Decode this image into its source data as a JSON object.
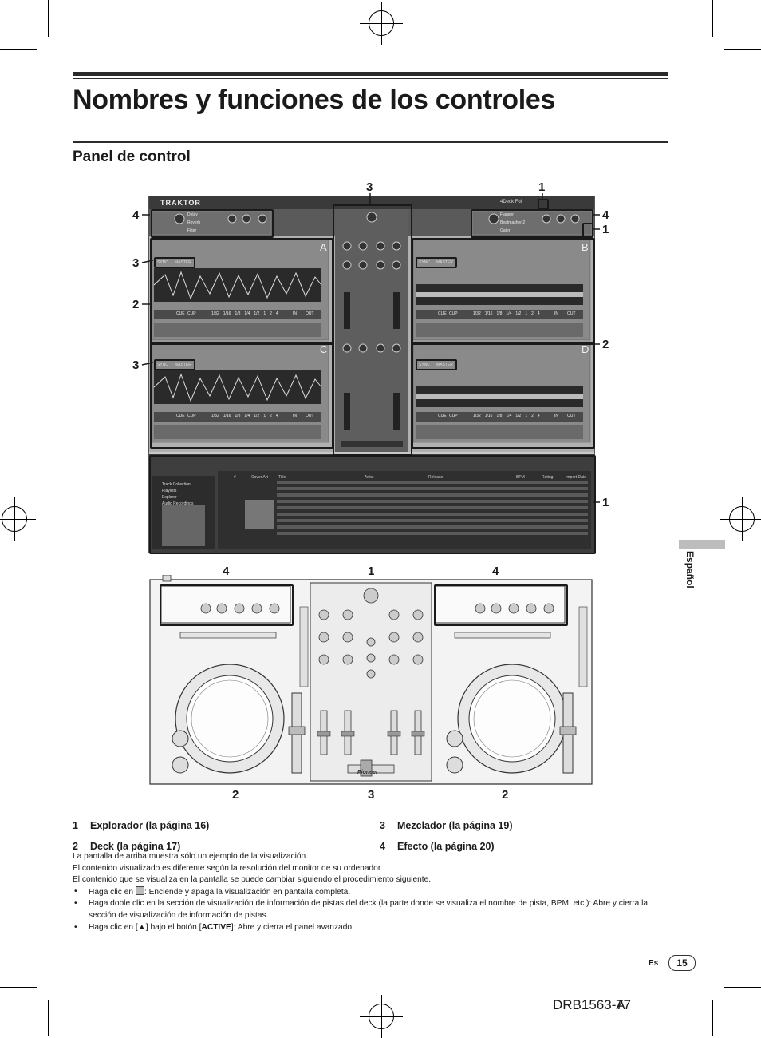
{
  "title": "Nombres y funciones de los controles",
  "section": "Panel de control",
  "side_tab": "Español",
  "software": {
    "app_name": "TRAKTOR",
    "layout": "4Deck Full",
    "fx_left": [
      "Delay",
      "Reverb",
      "Filter"
    ],
    "fx_right": [
      "Flanger",
      "Beatmasher 2",
      "Gater"
    ],
    "deck_letters": [
      "A",
      "B",
      "C",
      "D"
    ],
    "sync_label": "SYNC",
    "master_label": "MASTER",
    "cue_label": "CUE",
    "cup_label": "CUP",
    "in_label": "IN",
    "out_label": "OUT",
    "loop_sizes": [
      "1/32",
      "1/16",
      "1/8",
      "1/4",
      "1/2",
      "1",
      "2",
      "4"
    ],
    "browser_tree": [
      "Track Collection",
      "Playlists",
      "Explorer",
      "Audio Recordings"
    ],
    "browser_columns": [
      "#",
      "Cover Art",
      "Title",
      "Artist",
      "Release",
      "BPM",
      "Rating",
      "Import Date"
    ]
  },
  "screen_callouts": [
    "3",
    "1",
    "4",
    "4",
    "1",
    "3",
    "2",
    "2",
    "3",
    "1"
  ],
  "controller_callouts": [
    "4",
    "1",
    "4",
    "2",
    "3",
    "2"
  ],
  "controller_brand": "Pioneer",
  "legend": [
    {
      "num": "1",
      "text": "Explorador (la página 16)"
    },
    {
      "num": "2",
      "text": "Deck (la página 17)"
    },
    {
      "num": "3",
      "text": "Mezclador (la página 19)"
    },
    {
      "num": "4",
      "text": "Efecto (la página 20)"
    }
  ],
  "notes": {
    "intro": [
      "La pantalla de arriba muestra sólo un ejemplo de la visualización.",
      "El contenido visualizado es diferente según la resolución del monitor de su ordenador.",
      "El contenido que se visualiza en la pantalla se puede cambiar siguiendo el procedimiento siguiente."
    ],
    "b1_pre": "Haga clic en",
    "b1_post": ": Enciende y apaga la visualización en pantalla completa.",
    "b2": "Haga doble clic en la sección de visualización de información de pistas del deck (la parte donde se visualiza el nombre de pista, BPM, etc.): Abre y cierra la sección de visualización de información de pistas.",
    "b3_pre": "Haga clic en [▲] bajo el botón [",
    "b3_bold": "ACTIVE",
    "b3_post": "]: Abre y cierra el panel avanzado."
  },
  "footer": {
    "lang": "Es",
    "page": "15",
    "doc_code": "DRB1563-A",
    "doc_page": "77"
  }
}
